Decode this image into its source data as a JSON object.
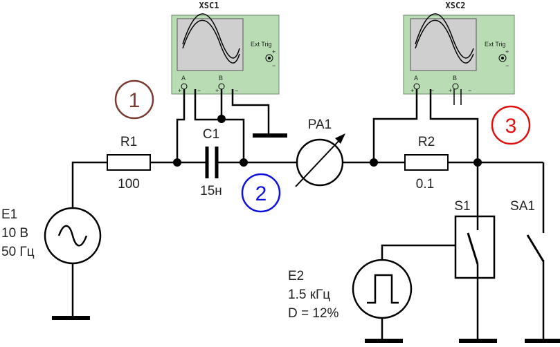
{
  "scopes": {
    "xsc1": {
      "title": "XSC1",
      "ext_trig": "Ext Trig",
      "ch_a": "A",
      "ch_b": "B"
    },
    "xsc2": {
      "title": "XSC2",
      "ext_trig": "Ext Trig",
      "ch_a": "A",
      "ch_b": "B"
    }
  },
  "components": {
    "r1": {
      "name": "R1",
      "value": "100"
    },
    "c1": {
      "name": "C1",
      "value": "15н"
    },
    "pa1": {
      "name": "PA1"
    },
    "r2": {
      "name": "R2",
      "value": "0.1"
    },
    "s1": {
      "name": "S1"
    },
    "sa1": {
      "name": "SA1"
    },
    "e1": {
      "name": "E1",
      "voltage": "10 В",
      "frequency": "50 Гц"
    },
    "e2": {
      "name": "E2",
      "frequency": "1.5 кГц",
      "duty": "D = 12%"
    }
  },
  "markers": [
    {
      "label": "1",
      "color": "#7a3b33"
    },
    {
      "label": "2",
      "color": "#1010e0"
    },
    {
      "label": "3",
      "color": "#e01010"
    }
  ],
  "colors": {
    "scope_body": "#b9dcb5",
    "scope_screen": "#cfcfcf"
  }
}
